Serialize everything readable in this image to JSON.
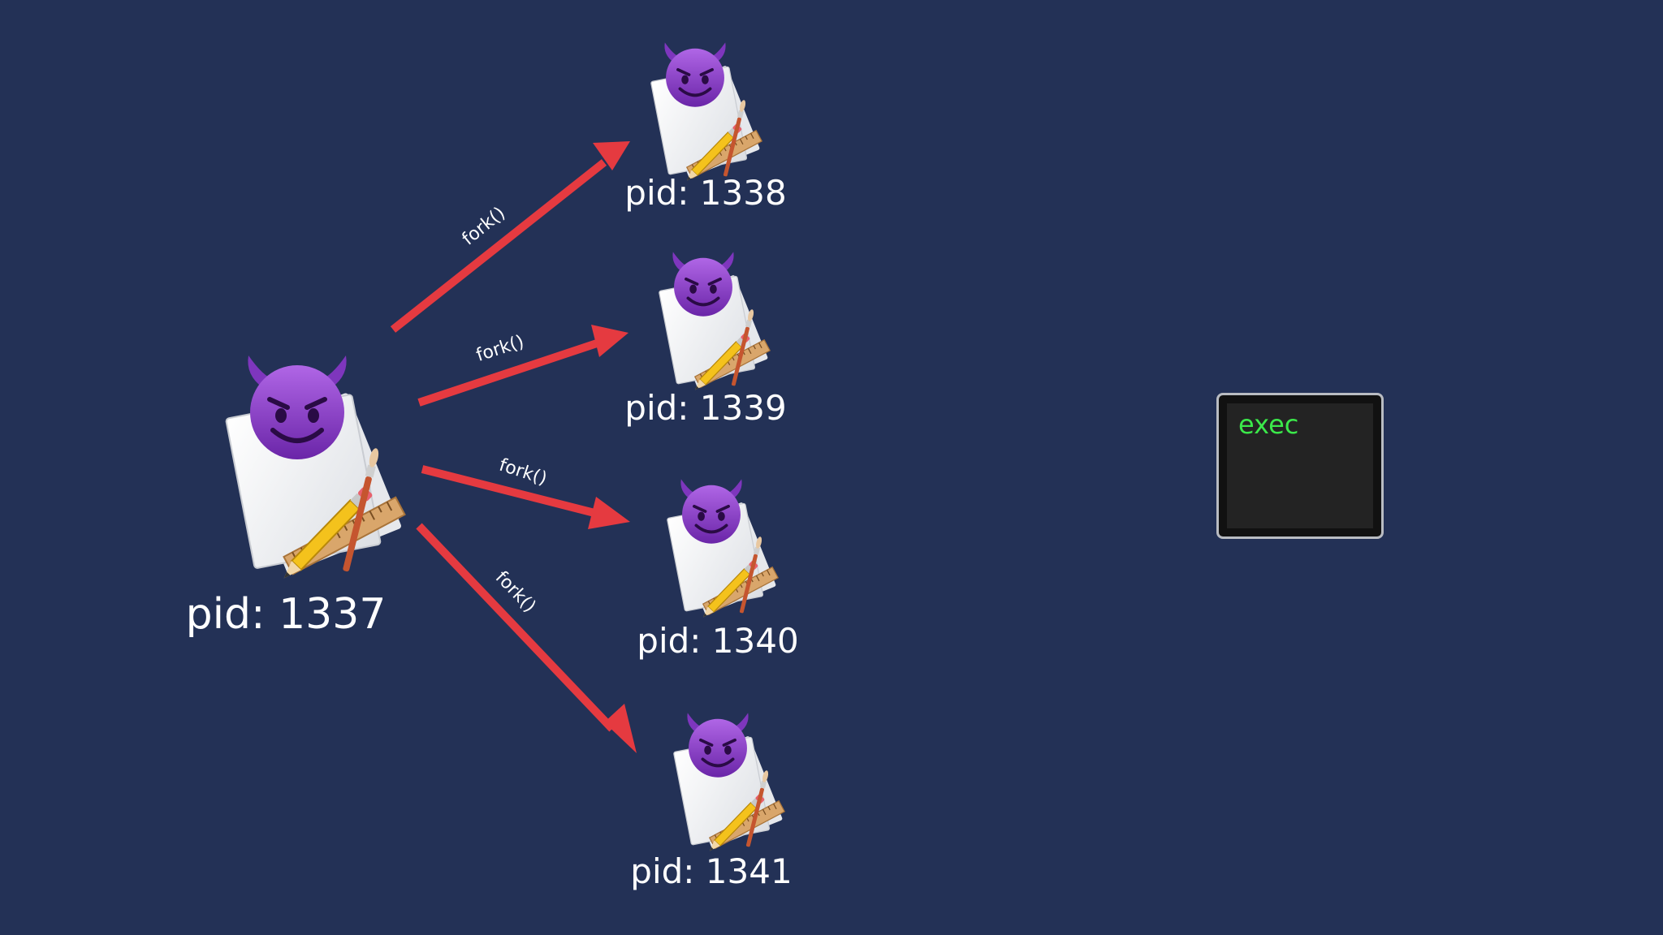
{
  "parent": {
    "label": "pid: 1337",
    "icon": "devil-developer-app-icon"
  },
  "children": [
    {
      "label": "pid: 1338",
      "fork_label": "fork()",
      "icon": "devil-developer-app-icon"
    },
    {
      "label": "pid: 1339",
      "fork_label": "fork()",
      "icon": "devil-developer-app-icon"
    },
    {
      "label": "pid: 1340",
      "fork_label": "fork()",
      "icon": "devil-developer-app-icon"
    },
    {
      "label": "pid: 1341",
      "fork_label": "fork()",
      "icon": "devil-developer-app-icon"
    }
  ],
  "terminal": {
    "text": "exec",
    "icon": "terminal-icon"
  },
  "colors": {
    "background": "#233156",
    "arrow": "#e53a40",
    "devil": "#8a3fc4",
    "terminal_text": "#3be84a"
  }
}
